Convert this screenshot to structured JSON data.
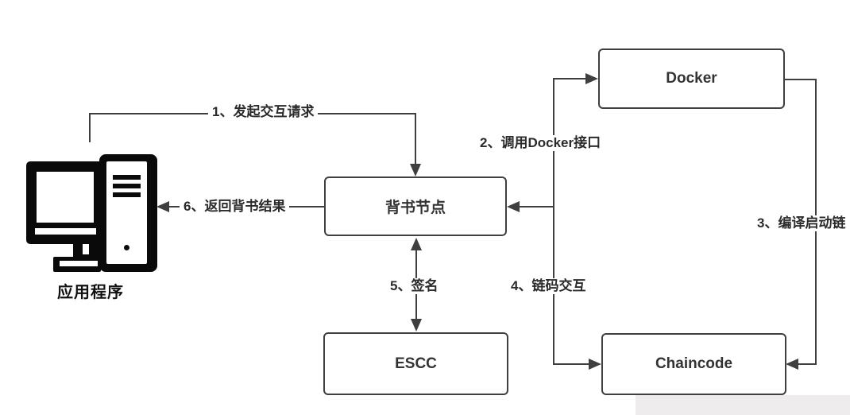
{
  "nodes": {
    "application": {
      "label": "应用程序"
    },
    "endorser": {
      "label": "背书节点"
    },
    "docker": {
      "label": "Docker"
    },
    "escc": {
      "label": "ESCC"
    },
    "chaincode": {
      "label": "Chaincode"
    }
  },
  "edges": {
    "e1": {
      "label": "1、发起交互请求",
      "from": "application",
      "to": "endorser"
    },
    "e2": {
      "label": "2、调用Docker接口",
      "from": "endorser",
      "to": "docker"
    },
    "e3": {
      "label": "3、编译启动链",
      "from": "docker",
      "to": "chaincode"
    },
    "e4": {
      "label": "4、链码交互",
      "from": "chaincode",
      "to": "endorser",
      "bidirectional": true
    },
    "e5": {
      "label": "5、签名",
      "from": "endorser",
      "to": "escc",
      "bidirectional": true
    },
    "e6": {
      "label": "6、返回背书结果",
      "from": "endorser",
      "to": "application"
    }
  },
  "colors": {
    "line": "#3f3f3f",
    "label_text": "#2b2b2b",
    "node_border": "#3f3f3f",
    "node_text": "#333333",
    "icon": "#0a0a0a",
    "background": "#ffffff",
    "corner_shade": "#eeecec"
  }
}
